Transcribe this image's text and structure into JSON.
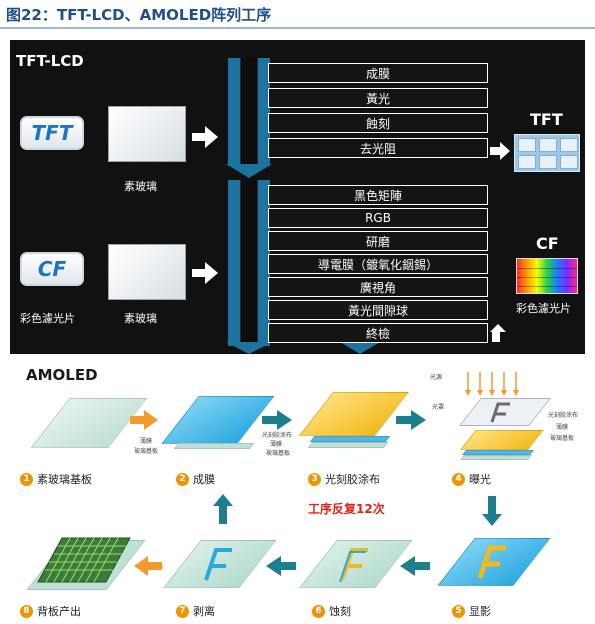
{
  "figure": {
    "title": "图22：TFT-LCD、AMOLED阵列工序"
  },
  "tft_lcd": {
    "title": "TFT-LCD",
    "tft_badge": "TFT",
    "cf_badge": "CF",
    "glass_label_top": "素玻璃",
    "glass_label_bottom": "素玻璃",
    "cf_input_label": "彩色濾光片",
    "tft_steps": [
      "成膜",
      "黃光",
      "蝕刻",
      "去光阻"
    ],
    "cf_steps": [
      "黑色矩陣",
      "RGB",
      "研磨",
      "導電膜（鍍氧化銦錫）",
      "廣視角",
      "黃光間隙球",
      "終檢"
    ],
    "tft_output": "TFT",
    "cf_output": "CF",
    "cf_output_label": "彩色濾光片"
  },
  "amoled": {
    "title": "AMOLED",
    "repeat_note": "工序反复12次",
    "steps": [
      {
        "num": "1",
        "label": "素玻璃基板"
      },
      {
        "num": "2",
        "label": "成膜"
      },
      {
        "num": "3",
        "label": "光刻胶涂布"
      },
      {
        "num": "4",
        "label": "曝光"
      },
      {
        "num": "5",
        "label": "显影"
      },
      {
        "num": "6",
        "label": "蚀刻"
      },
      {
        "num": "7",
        "label": "剥离"
      },
      {
        "num": "8",
        "label": "背板产出"
      }
    ],
    "tiny_labels": {
      "s2_film": "薄膜",
      "s2_substrate": "玻璃基板",
      "s3_resist": "光刻胶涂布",
      "s3_film": "薄膜",
      "s3_substrate": "玻璃基板",
      "s4_light": "光源",
      "s4_mask": "光罩",
      "s4_resist": "光刻胶涂布",
      "s4_film": "薄膜",
      "s4_substrate": "玻璃基板"
    }
  }
}
